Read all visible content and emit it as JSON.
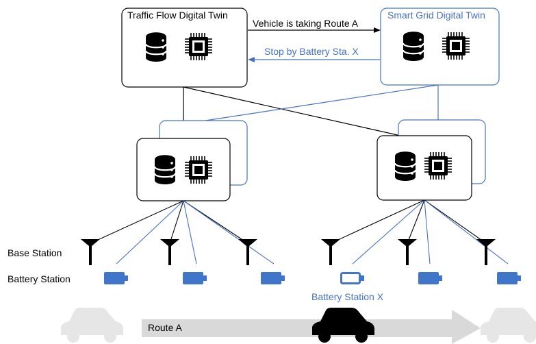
{
  "twins": {
    "traffic": {
      "title": "Traffic Flow Digital Twin"
    },
    "grid": {
      "title": "Smart Grid Digital Twin"
    }
  },
  "messages": {
    "to_grid": "Vehicle is taking Route A",
    "to_traffic": "Stop by Battery Sta. X"
  },
  "legend": {
    "base_station": "Base Station",
    "battery_station": "Battery Station"
  },
  "battery_x_label": "Battery Station X",
  "route_label": "Route A",
  "colors": {
    "black": "#000000",
    "blue": "#4472c4",
    "battery_fill": "#3f76c9",
    "car_ghost": "#e6e6e6",
    "arrow_gray": "#d9d9d9"
  },
  "icons": [
    "database-icon",
    "cpu-chip-icon",
    "antenna-icon",
    "battery-icon",
    "car-icon"
  ]
}
